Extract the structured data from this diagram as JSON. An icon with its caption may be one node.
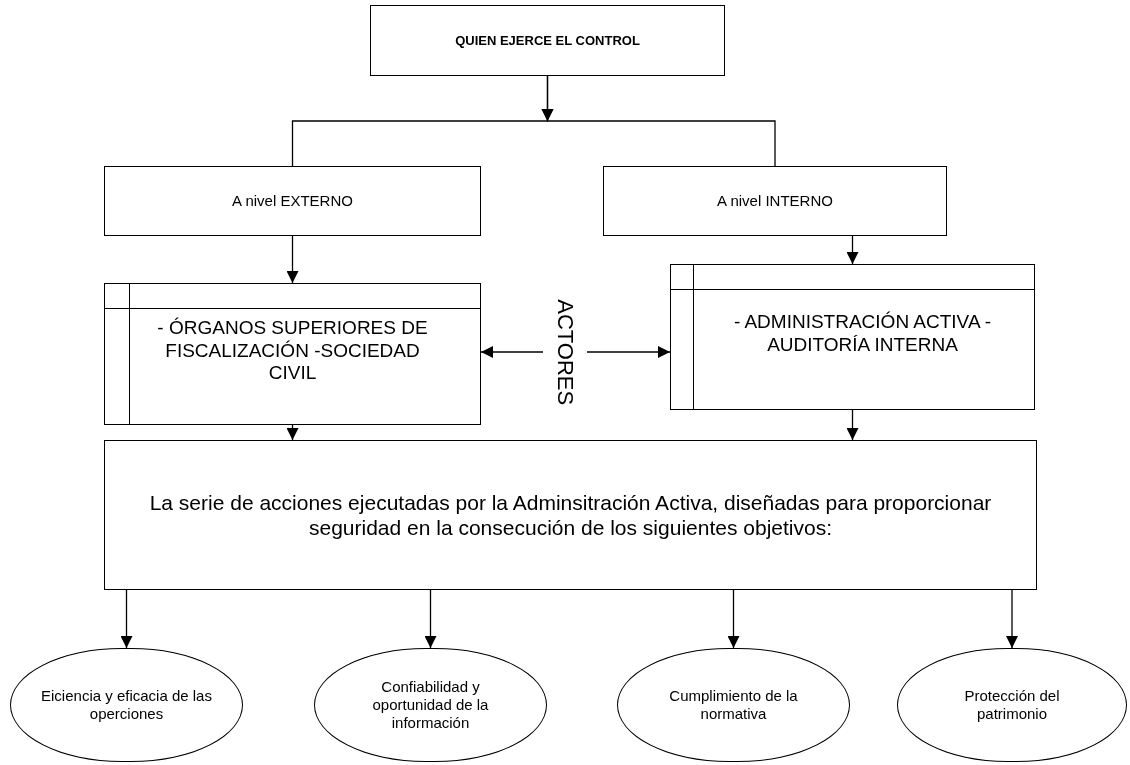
{
  "diagram": {
    "nodes": [
      {
        "text": [
          "QUIEN EJERCE EL CONTROL"
        ]
      },
      {
        "text": [
          "A nivel EXTERNO"
        ]
      },
      {
        "text": [
          "A nivel INTERNO"
        ]
      },
      {
        "text": [
          "- ÓRGANOS SUPERIORES DE FISCALIZACIÓN -SOCIEDAD CIVIL"
        ]
      },
      {
        "text": [
          "ACTORES"
        ]
      },
      {
        "text": [
          "- ADMINISTRACIÓN ACTIVA - AUDITORÍA INTERNA"
        ]
      },
      {
        "text": [
          "La serie de acciones ejecutadas por la Adminsitración Activa, diseñadas para proporcionar seguridad en la consecución de los siguientes objetivos:"
        ]
      },
      {
        "text": [
          "Eiciencia y eficacia de las operciones"
        ]
      },
      {
        "text": [
          "Confiabilidad y oportunidad de la información"
        ]
      },
      {
        "text": [
          "Cumplimiento de la normativa"
        ]
      },
      {
        "text": [
          "Protección del patrimonio"
        ]
      }
    ],
    "edges": [
      {
        "from": 0,
        "to": 1,
        "arrow": "to"
      },
      {
        "from": 0,
        "to": 2,
        "arrow": "to"
      },
      {
        "from": 1,
        "to": 3,
        "arrow": "to"
      },
      {
        "from": 2,
        "to": 5,
        "arrow": "to"
      },
      {
        "from": 4,
        "to": 3,
        "arrow": "to"
      },
      {
        "from": 4,
        "to": 5,
        "arrow": "to"
      },
      {
        "from": 3,
        "to": 6,
        "arrow": "to"
      },
      {
        "from": 5,
        "to": 6,
        "arrow": "to"
      },
      {
        "from": 6,
        "to": 7,
        "arrow": "to"
      },
      {
        "from": 6,
        "to": 8,
        "arrow": "to"
      },
      {
        "from": 6,
        "to": 9,
        "arrow": "to"
      },
      {
        "from": 6,
        "to": 10,
        "arrow": "to"
      }
    ]
  }
}
